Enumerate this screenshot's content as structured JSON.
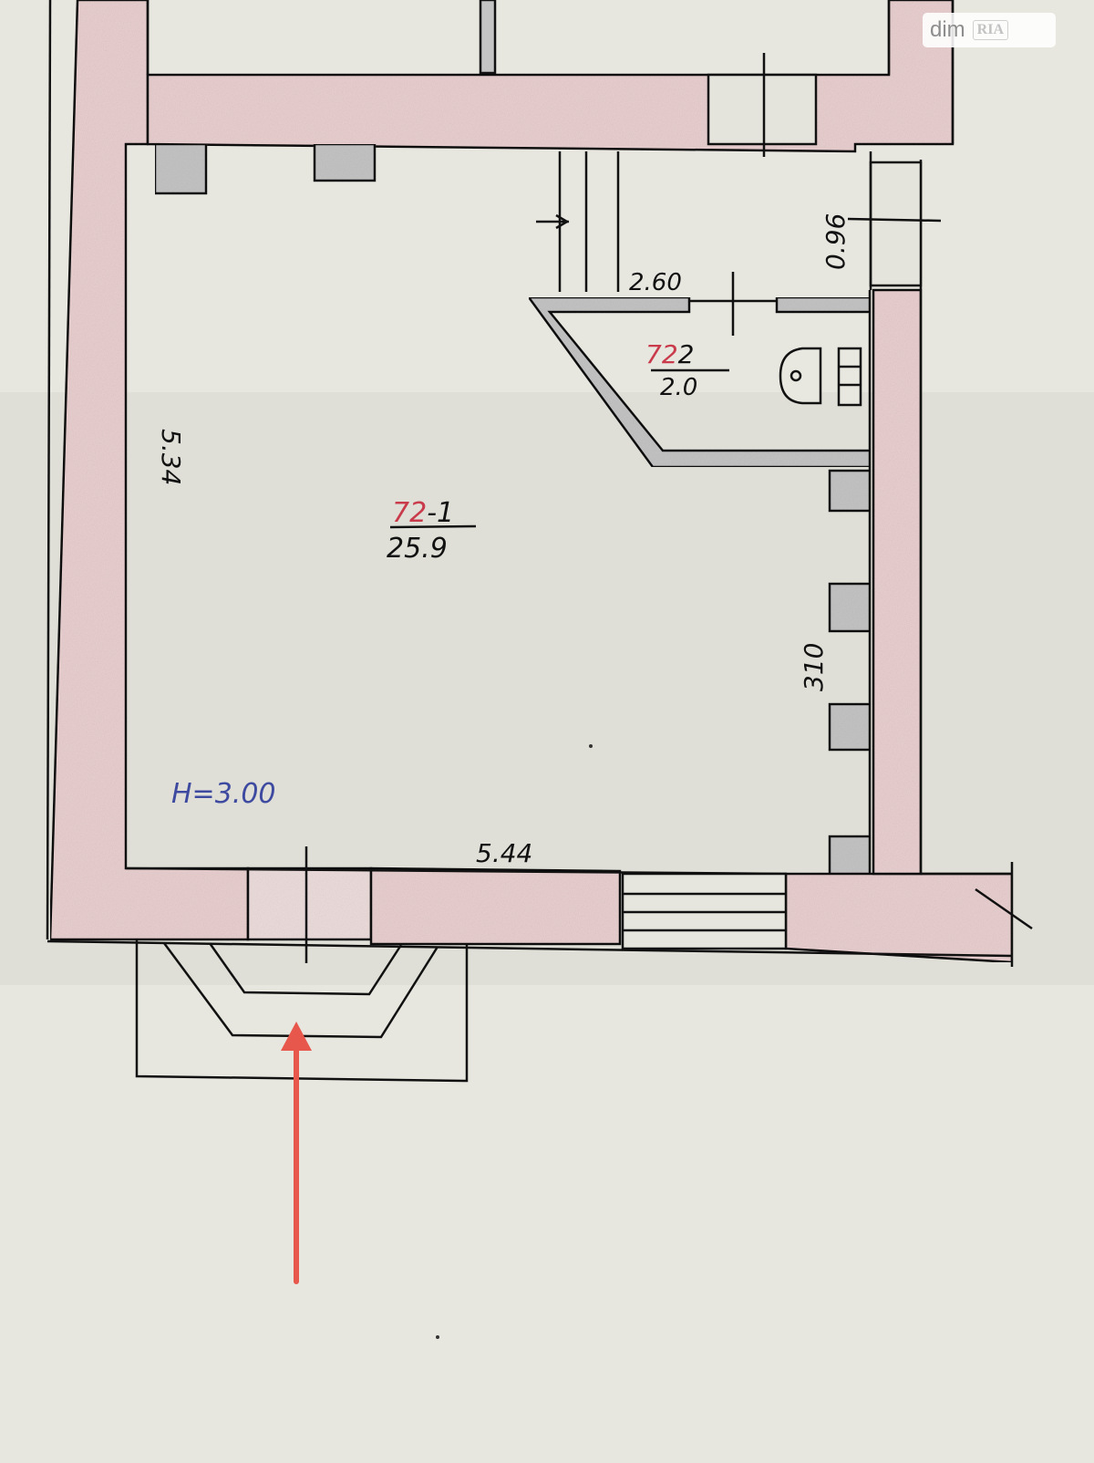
{
  "watermark": {
    "brand": "dim",
    "sub": "RIA"
  },
  "rooms": [
    {
      "number": "72",
      "suffix": "-1",
      "area": "25.9"
    },
    {
      "number": "72",
      "suffix": "2",
      "area": "2.0"
    }
  ],
  "dimensions": {
    "top_wc_width": "2.60",
    "right_top": "0.96",
    "left_height": "5.34",
    "right_height": "310",
    "bottom_width": "5.44"
  },
  "ceiling_height": "H=3.00",
  "colors": {
    "paper": "#e7e6df",
    "wall_fill": "#e9cfcf",
    "wall_outline": "#111111",
    "partition_fill": "#c4c4c4",
    "room_number": "#c93a4b",
    "ceiling_text": "#3d4aa0",
    "arrow": "#e8574c"
  }
}
